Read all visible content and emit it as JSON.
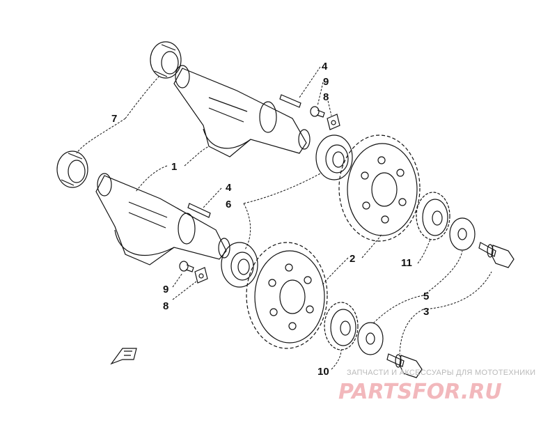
{
  "callouts": {
    "c1": "1",
    "c2": "2",
    "c3": "3",
    "c4a": "4",
    "c4b": "4",
    "c5": "5",
    "c6": "6",
    "c7": "7",
    "c8a": "8",
    "c8b": "8",
    "c9a": "9",
    "c9b": "9",
    "c10": "10",
    "c11": "11"
  },
  "watermark": {
    "tagline": "ЗАПЧАСТИ И АКСЕССУАРЫ ДЛЯ МОТОТЕХНИКИ",
    "logo": "PARTSFOR.RU"
  },
  "colors": {
    "line": "#111111",
    "watermark_text": "#b9b9b9",
    "watermark_logo": "#f2b8bc"
  }
}
